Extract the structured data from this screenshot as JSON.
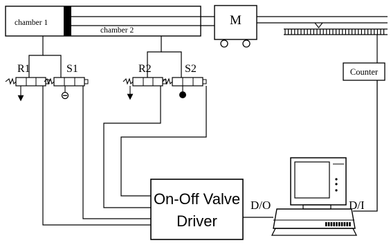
{
  "labels": {
    "chamber1": "chamber 1",
    "chamber2": "chamber 2",
    "motor": "M",
    "counter": "Counter",
    "r1": "R1",
    "s1": "S1",
    "r2": "R2",
    "s2": "S2",
    "driver_line1": "On-Off Valve",
    "driver_line2": "Driver",
    "digital_output": "D/O",
    "digital_input": "D/I"
  },
  "colors": {
    "ink": "#000000",
    "paper": "#ffffff"
  }
}
